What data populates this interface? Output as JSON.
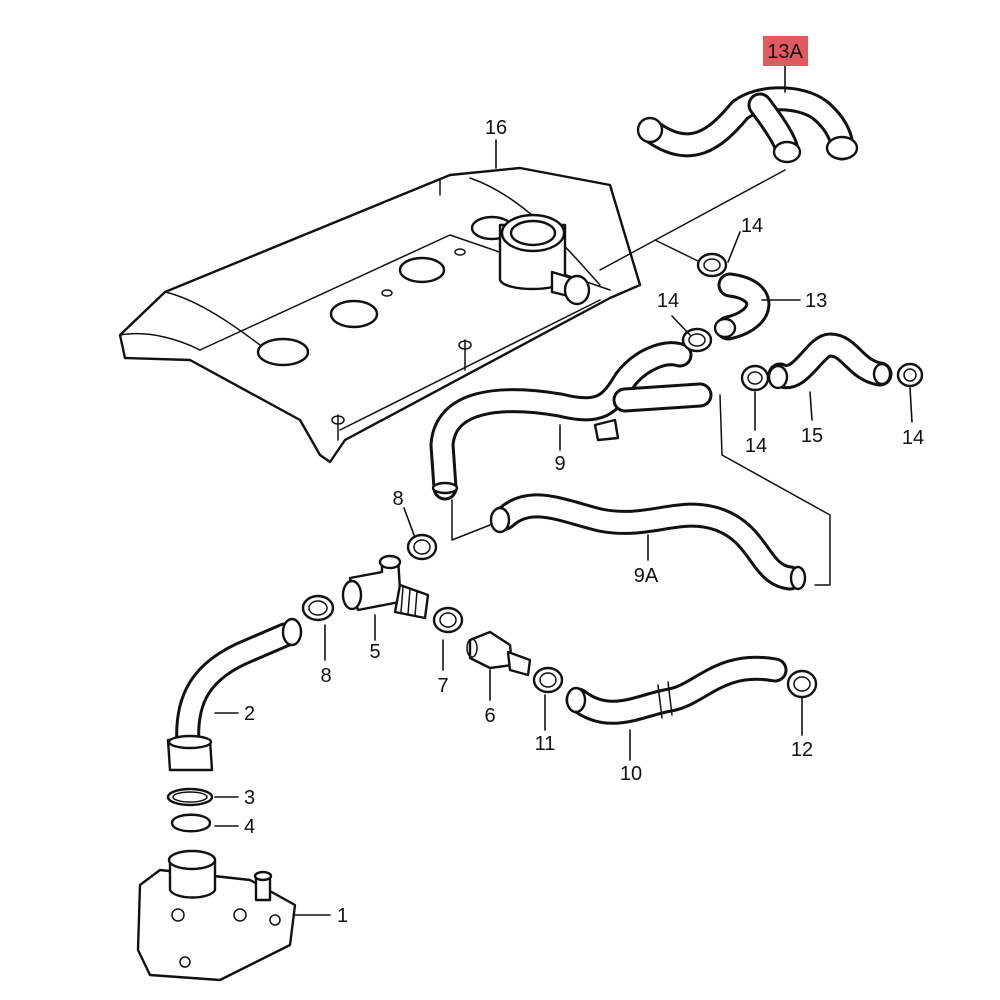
{
  "diagram": {
    "callouts": {
      "c1": "1",
      "c2": "2",
      "c3": "3",
      "c4": "4",
      "c5": "5",
      "c6": "6",
      "c7": "7",
      "c8a": "8",
      "c8b": "8",
      "c9": "9",
      "c9a": "9A",
      "c10": "10",
      "c11": "11",
      "c12": "12",
      "c13": "13",
      "c13a": "13A",
      "c14a": "14",
      "c14b": "14",
      "c14c": "14",
      "c14d": "14",
      "c15": "15",
      "c16": "16"
    },
    "highlight_color": "#e05a5f",
    "highlighted_callout": "13A"
  }
}
